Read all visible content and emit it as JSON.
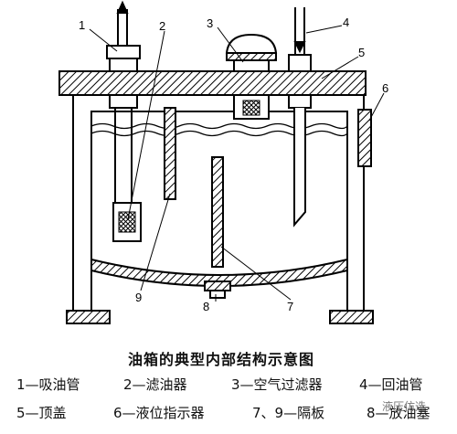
{
  "diagram": {
    "callouts": [
      "1",
      "2",
      "3",
      "4",
      "5",
      "6",
      "7",
      "8",
      "9"
    ]
  },
  "caption": {
    "title": "油箱的典型内部结构示意图",
    "legend_row1": [
      "1—吸油管",
      "2—滤油器",
      "3—空气过滤器",
      "4—回油管"
    ],
    "legend_row2": [
      "5—顶盖",
      "6—液位指示器",
      "7、9—隔板",
      "8—放油塞"
    ]
  },
  "watermark": "液压仿选"
}
